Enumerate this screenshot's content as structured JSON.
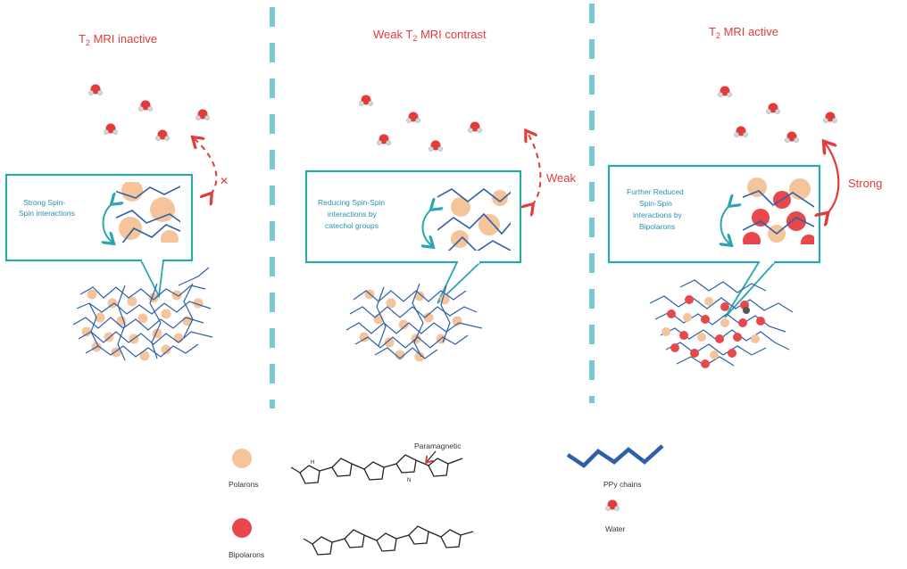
{
  "panels": [
    {
      "title_prefix": "T",
      "title_sub": "2",
      "title_suffix": " MRI inactive",
      "box_lines": [
        "Strong Spin-",
        "Spin interactions"
      ],
      "arrow_label": "✕"
    },
    {
      "title_prefix": "Weak T",
      "title_sub": "2",
      "title_suffix": " MRI contrast",
      "box_lines": [
        "Reducing Spin-Spin",
        "interactions by",
        "catechol groups"
      ],
      "arrow_label": "Weak"
    },
    {
      "title_prefix": "T",
      "title_sub": "2",
      "title_suffix": " MRI active",
      "box_lines": [
        "Further Reduced",
        "Spin-Spin",
        "interactions by",
        "Bipolarons"
      ],
      "arrow_label": "Strong"
    }
  ],
  "legend": {
    "polarons": "Polarons",
    "bipolarons": "Bipolarons",
    "paramagnetic": "Paramagnetic",
    "ppy_chains": "PPy chains",
    "water": "Water"
  },
  "colors": {
    "polaron": "#f5c49a",
    "bipolaron": "#e8474c",
    "chain": "#2e5fa8",
    "teal": "#2aa6b0",
    "red": "#e23b3b",
    "divider": "#7cc8d2"
  }
}
